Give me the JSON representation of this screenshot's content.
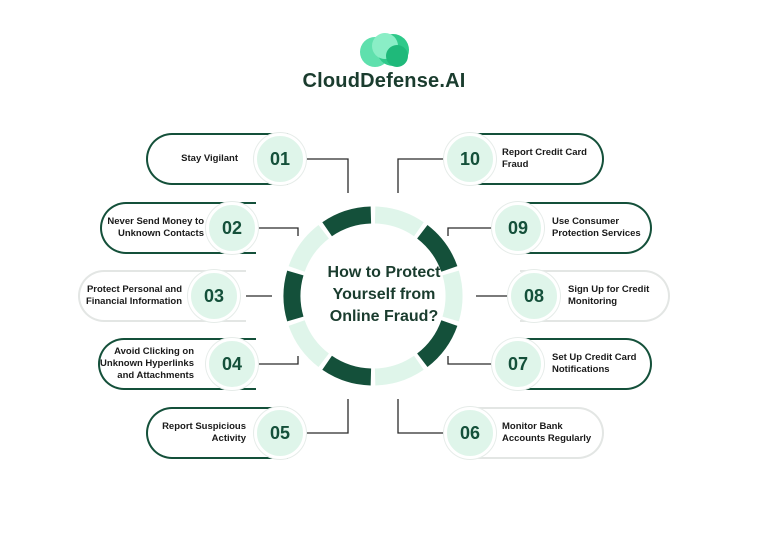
{
  "brand": {
    "name": "CloudDefense.AI"
  },
  "center": {
    "title_lines": [
      "How to Protect",
      "Yourself from",
      "Online Fraud?"
    ]
  },
  "colors": {
    "dark": "#14503a",
    "mid": "#1f7a55",
    "light": "#dff5ea",
    "text": "#1a3c2e"
  },
  "steps": [
    {
      "num": "01",
      "lines": [
        "Stay Vigilant"
      ]
    },
    {
      "num": "02",
      "lines": [
        "Never Send Money to",
        "Unknown Contacts"
      ]
    },
    {
      "num": "03",
      "lines": [
        "Protect Personal and",
        "Financial Information"
      ]
    },
    {
      "num": "04",
      "lines": [
        "Avoid Clicking on",
        "Unknown Hyperlinks",
        "and Attachments"
      ]
    },
    {
      "num": "05",
      "lines": [
        "Report Suspicious",
        "Activity"
      ]
    },
    {
      "num": "06",
      "lines": [
        "Monitor Bank",
        "Accounts Regularly"
      ]
    },
    {
      "num": "07",
      "lines": [
        "Set Up Credit Card",
        "Notifications"
      ]
    },
    {
      "num": "08",
      "lines": [
        "Sign Up for Credit",
        "Monitoring"
      ]
    },
    {
      "num": "09",
      "lines": [
        "Use Consumer",
        "Protection Services"
      ]
    },
    {
      "num": "10",
      "lines": [
        "Report Credit Card",
        "Fraud"
      ]
    }
  ]
}
